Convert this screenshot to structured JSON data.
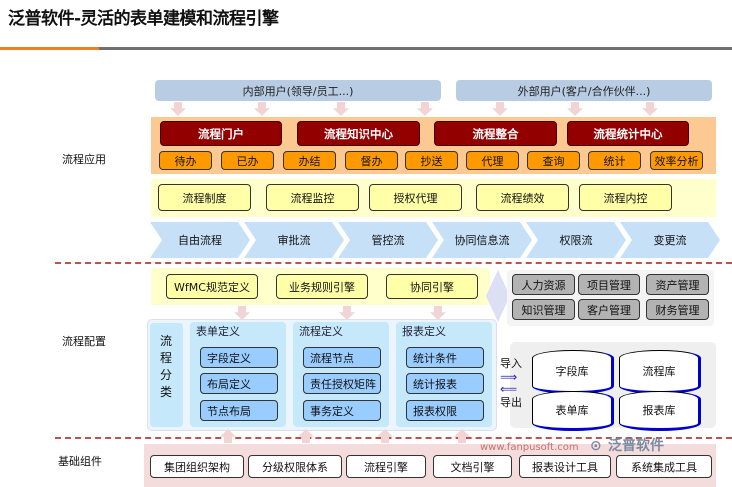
{
  "title": "泛普软件-灵活的表单建模和流程引擎",
  "sections": {
    "app": "流程应用",
    "config": "流程配置",
    "base": "基础组件"
  },
  "users": [
    "内部用户(领导/员工...)",
    "外部用户(客户/合作伙伴...)"
  ],
  "portals": [
    "流程门户",
    "流程知识中心",
    "流程整合",
    "流程统计中心"
  ],
  "functions": [
    "待办",
    "已办",
    "办结",
    "督办",
    "抄送",
    "代理",
    "查询",
    "统计",
    "效率分析"
  ],
  "management": [
    "流程制度",
    "流程监控",
    "授权代理",
    "流程绩效",
    "流程内控"
  ],
  "flow_types": [
    "自由流程",
    "审批流",
    "管控流",
    "协同信息流",
    "权限流",
    "变更流"
  ],
  "engines": [
    "WfMC规范定义",
    "业务规则引擎",
    "协同引擎"
  ],
  "systems": [
    "人力资源",
    "项目管理",
    "资产管理",
    "知识管理",
    "客户管理",
    "财务管理"
  ],
  "category": "流程分类",
  "definitions": [
    {
      "title": "表单定义",
      "items": [
        "字段定义",
        "布局定义",
        "节点布局"
      ]
    },
    {
      "title": "流程定义",
      "items": [
        "流程节点",
        "责任授权矩阵",
        "事务定义"
      ]
    },
    {
      "title": "报表定义",
      "items": [
        "统计条件",
        "统计报表",
        "报表权限"
      ]
    }
  ],
  "import": "导入",
  "export": "导出",
  "databases": [
    "字段库",
    "表单库",
    "流程库",
    "报表库"
  ],
  "components": [
    "集团组织架构",
    "分级权限体系",
    "流程引擎",
    "文档引擎",
    "报表设计工具",
    "系统集成工具"
  ],
  "logo": {
    "text": "泛普软件",
    "url": "www.fanpusoft.com"
  }
}
